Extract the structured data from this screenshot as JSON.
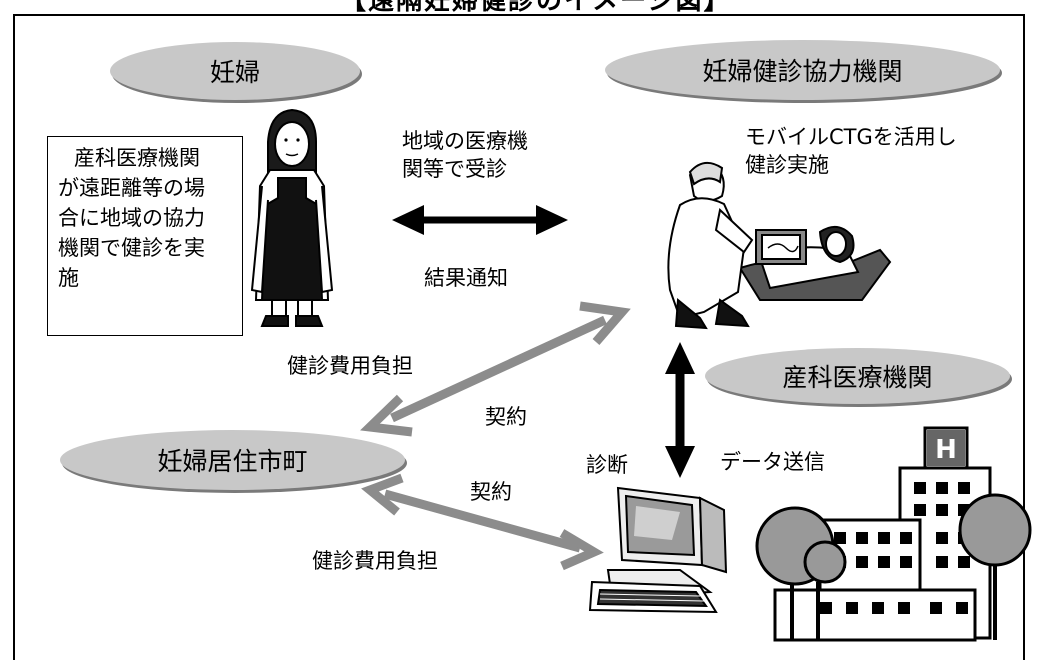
{
  "title": "【遠隔妊婦健診のイメージ図】",
  "nodes": {
    "pregnant": "妊婦",
    "partner_facility": "妊婦健診協力機関",
    "obstetric_facility": "産科医療機関",
    "municipality": "妊婦居住市町"
  },
  "note": [
    "産科医療機関",
    "が遠距離等の場",
    "合に地域の協力",
    "機関で健診を実",
    "施"
  ],
  "labels": {
    "checkup_local": [
      "地域の医療機",
      "関等で受診"
    ],
    "mobile_ctg": [
      "モバイルCTGを活用し",
      "健診実施"
    ],
    "result_notice": "結果通知",
    "cost_upper": "健診費用負担",
    "contract_upper": "契約",
    "contract_lower": "契約",
    "cost_lower": "健診費用負担",
    "diagnosis": "診断",
    "data_send": "データ送信"
  },
  "icons": [
    "woman-figure-icon",
    "doctor-patient-icon",
    "computer-icon",
    "hospital-building-icon"
  ]
}
